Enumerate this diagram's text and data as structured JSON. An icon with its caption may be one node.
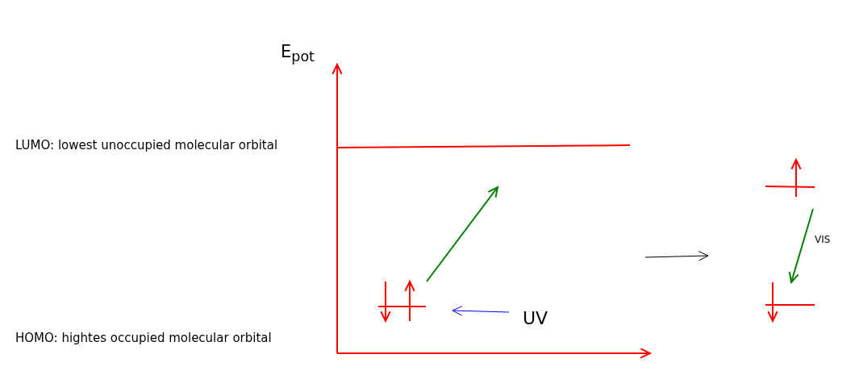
{
  "diagram": {
    "labels": [
      "E$_{pot}$",
      "LUMO: lowest unoccupied molecular orbital",
      "HOMO: hightes occupied molecular orbital",
      "UV",
      "VIS"
    ]
  }
}
